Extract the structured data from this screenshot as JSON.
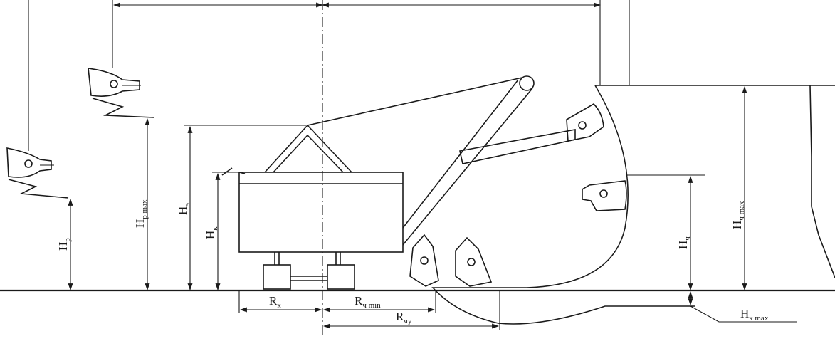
{
  "labels": {
    "hr": {
      "main": "H",
      "sub": "р"
    },
    "hr_max": {
      "main": "H",
      "sub": "р max"
    },
    "he": {
      "main": "H",
      "sub": "э"
    },
    "hk": {
      "main": "H",
      "sub": "к"
    },
    "rk": {
      "main": "R",
      "sub": "к"
    },
    "rch_min": {
      "main": "R",
      "sub": "ч min"
    },
    "rchu": {
      "main": "R",
      "sub": "чу"
    },
    "hch": {
      "main": "H",
      "sub": "ч"
    },
    "hch_max": {
      "main": "H",
      "sub": "ч max"
    },
    "hk_max": {
      "main": "H",
      "sub": "к max"
    }
  }
}
